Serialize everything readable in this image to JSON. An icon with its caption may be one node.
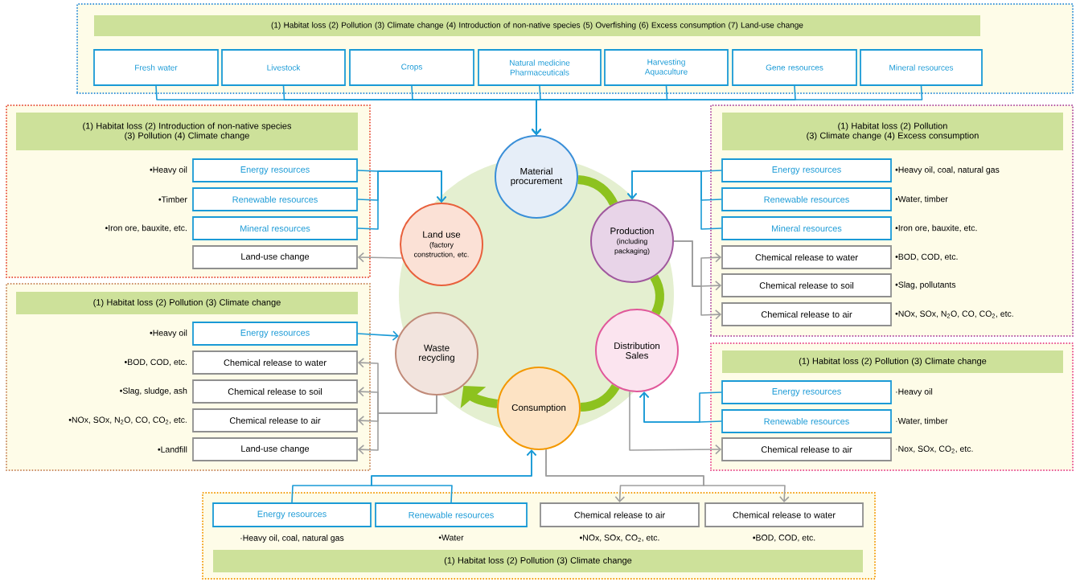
{
  "diagram": {
    "nodes": [
      {
        "text": [],
        "shape": "box"
      },
      {
        "text": [
          "(1) Habitat loss (2) Pollution (3) Climate change (4) Introduction of non-native species (5) Overfishing (6) Excess consumption (7) Land-use change"
        ],
        "in": 0
      },
      {
        "text": [
          "Fresh water"
        ],
        "in": 0
      },
      {
        "text": [
          "Livestock"
        ],
        "in": 0
      },
      {
        "text": [
          "Crops"
        ],
        "in": 0
      },
      {
        "text": [
          "Natural medicine Pharmaceuticals"
        ],
        "in": 0
      },
      {
        "text": [
          "Harvesting Aquaculture"
        ],
        "in": 0
      },
      {
        "text": [
          "Gene resources"
        ],
        "in": 0
      },
      {
        "text": [
          "Mineral resources"
        ],
        "in": 0
      },
      {
        "text": [],
        "shape": "box"
      },
      {
        "text": [
          "(1) Habitat loss (2) Introduction of non-native species",
          "(3) Pollution (4) Climate change"
        ],
        "in": 9
      },
      {
        "text": [
          "Energy resources"
        ],
        "beside": [
          "•Heavy oil"
        ],
        "in": 9
      },
      {
        "text": [
          "Renewable resources"
        ],
        "beside": [
          "•Timber"
        ],
        "in": 9
      },
      {
        "text": [
          "Mineral resources"
        ],
        "beside": [
          "•Iron ore, bauxite, etc."
        ],
        "in": 9
      },
      {
        "text": [
          "Land-use change"
        ],
        "in": 9
      },
      {
        "text": [],
        "shape": "box"
      },
      {
        "text": [
          "(1) Habitat loss (2) Pollution (3) Climate change"
        ],
        "in": 15
      },
      {
        "text": [
          "Energy resources"
        ],
        "beside": [
          "•Heavy oil"
        ],
        "in": 15
      },
      {
        "text": [
          "Chemical release to water"
        ],
        "beside": [
          "•BOD, COD, etc."
        ],
        "in": 15
      },
      {
        "text": [
          "Chemical release to soil"
        ],
        "beside": [
          "•Slag, sludge, ash"
        ],
        "in": 15
      },
      {
        "text": [
          "Chemical release to air"
        ],
        "beside": [
          "•NOx, SOx, N$_{2}$O, CO, CO$_{2}$, etc."
        ],
        "in": 15
      },
      {
        "text": [
          "Land-use change"
        ],
        "beside": [
          "•Landfill"
        ],
        "in": 15
      },
      {
        "text": [],
        "shape": "box"
      },
      {
        "text": [
          "(1) Habitat loss (2) Pollution",
          "(3) Climate change (4) Excess consumption"
        ],
        "in": 22
      },
      {
        "text": [
          "Energy resources"
        ],
        "beside": [
          "•Heavy oil, coal, natural gas"
        ],
        "in": 22
      },
      {
        "text": [
          "Renewable resources"
        ],
        "beside": [
          "•Water, timber"
        ],
        "in": 22
      },
      {
        "text": [
          "Mineral resources"
        ],
        "beside": [
          "•Iron ore, bauxite, etc."
        ],
        "in": 22
      },
      {
        "text": [
          "Chemical release to water"
        ],
        "beside": [
          "•BOD, COD, etc."
        ],
        "in": 22
      },
      {
        "text": [
          "Chemical release to soil"
        ],
        "beside": [
          "•Slag, pollutants"
        ],
        "in": 22
      },
      {
        "text": [
          "Chemical release to air"
        ],
        "beside": [
          "•NOx, SOx, N$_{2}$O, CO, CO$_{2}$, etc."
        ],
        "in": 22
      },
      {
        "text": [],
        "shape": "box"
      },
      {
        "text": [
          "(1) Habitat loss (2) Pollution (3) Climate change"
        ],
        "in": 30
      },
      {
        "text": [
          "Energy resources"
        ],
        "beside": [
          "·Heavy oil"
        ],
        "in": 30
      },
      {
        "text": [
          "Renewable resources"
        ],
        "beside": [
          "·Water, timber"
        ],
        "in": 30
      },
      {
        "text": [
          "Chemical release to air"
        ],
        "beside": [
          "·Nox, SOx, CO$_{2}$, etc."
        ],
        "in": 30
      },
      {
        "text": [],
        "shape": "box"
      },
      {
        "text": [
          "Energy resources"
        ],
        "beside": [
          "·Heavy oil, coal, natural gas"
        ],
        "in": 35
      },
      {
        "text": [
          "Renewable resources"
        ],
        "beside": [
          "•Water"
        ],
        "in": 35
      },
      {
        "text": [
          "Chemical release to air"
        ],
        "beside": [
          "•NOx, SOx, CO$_{2}$, etc."
        ],
        "in": 35
      },
      {
        "text": [
          "Chemical release to water"
        ],
        "beside": [
          "•BOD, COD, etc."
        ],
        "in": 35
      },
      {
        "text": [
          "(1) Habitat loss (2) Pollution (3) Climate change"
        ],
        "in": 35
      },
      {
        "text": [
          "Material procurement"
        ]
      },
      {
        "text": [
          "Production",
          "(including packaging)"
        ]
      },
      {
        "text": [
          "Distribution Sales"
        ]
      },
      {
        "text": [
          "Consumption"
        ]
      },
      {
        "text": [
          "Waste recycling"
        ]
      },
      {
        "text": [
          "Land use",
          "(factory construction, etc."
        ]
      }
    ],
    "edges": [
      {
        "from": 2,
        "to": 41,
        "arrow": "to"
      },
      {
        "from": 3,
        "to": 41,
        "arrow": "to"
      },
      {
        "from": 4,
        "to": 41,
        "arrow": "to"
      },
      {
        "from": 5,
        "to": 41,
        "arrow": "to"
      },
      {
        "from": 6,
        "to": 41,
        "arrow": "to"
      },
      {
        "from": 7,
        "to": 41,
        "arrow": "to"
      },
      {
        "from": 8,
        "to": 41,
        "arrow": "to"
      },
      {
        "from": 11,
        "to": 46,
        "arrow": "to"
      },
      {
        "from": 12,
        "to": 46,
        "arrow": "to"
      },
      {
        "from": 13,
        "to": 46,
        "arrow": "to"
      },
      {
        "from": 46,
        "to": 14,
        "arrow": "to",
        "color": "#9e9e9e"
      },
      {
        "from": 17,
        "to": 45,
        "arrow": "to"
      },
      {
        "from": 45,
        "to": 18,
        "arrow": "to",
        "color": "#9e9e9e"
      },
      {
        "from": 45,
        "to": 19,
        "arrow": "to",
        "color": "#9e9e9e"
      },
      {
        "from": 45,
        "to": 20,
        "arrow": "to",
        "color": "#9e9e9e"
      },
      {
        "from": 45,
        "to": 21,
        "arrow": "to",
        "color": "#9e9e9e"
      },
      {
        "from": 24,
        "to": 42,
        "arrow": "to"
      },
      {
        "from": 25,
        "to": 42,
        "arrow": "to"
      },
      {
        "from": 26,
        "to": 42,
        "arrow": "to"
      },
      {
        "from": 42,
        "to": 27,
        "arrow": "to",
        "color": "#9e9e9e"
      },
      {
        "from": 42,
        "to": 28,
        "arrow": "to",
        "color": "#9e9e9e"
      },
      {
        "from": 42,
        "to": 29,
        "arrow": "to",
        "color": "#9e9e9e"
      },
      {
        "from": 32,
        "to": 43,
        "arrow": "to"
      },
      {
        "from": 33,
        "to": 43,
        "arrow": "to"
      },
      {
        "from": 43,
        "to": 34,
        "arrow": "to",
        "color": "#9e9e9e"
      },
      {
        "from": 36,
        "to": 44,
        "arrow": "to"
      },
      {
        "from": 37,
        "to": 44,
        "arrow": "to"
      },
      {
        "from": 44,
        "to": 38,
        "arrow": "to",
        "color": "#9e9e9e"
      },
      {
        "from": 44,
        "to": 39,
        "arrow": "to",
        "color": "#9e9e9e"
      },
      {
        "from": 41,
        "to": 42,
        "arrow": "none",
        "style": "thick",
        "color": "#8dc21f"
      },
      {
        "from": 42,
        "to": 43,
        "arrow": "none",
        "style": "thick",
        "color": "#8dc21f"
      },
      {
        "from": 43,
        "to": 44,
        "arrow": "none",
        "style": "thick",
        "color": "#8dc21f"
      },
      {
        "from": 44,
        "to": 45,
        "arrow": "to",
        "style": "thick",
        "color": "#8dc21f"
      }
    ]
  }
}
